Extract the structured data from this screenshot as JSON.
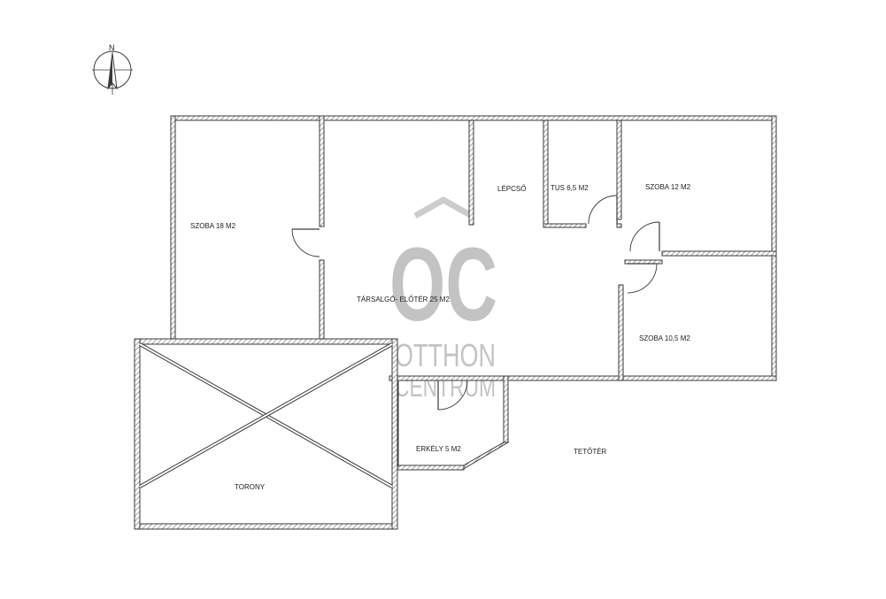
{
  "compass": {
    "north_label": "N"
  },
  "rooms": [
    {
      "id": "szoba-18",
      "label": "SZOBA 18 M2"
    },
    {
      "id": "tarsalgo",
      "label": "TÁRSALGÓ- ELŐTÉR 25 M2"
    },
    {
      "id": "lepcso",
      "label": "LÉPCSŐ"
    },
    {
      "id": "tus",
      "label": "TUS 6,5 M2"
    },
    {
      "id": "szoba-12",
      "label": "SZOBA 12 M2"
    },
    {
      "id": "szoba-10-5",
      "label": "SZOBA 10,5 M2"
    },
    {
      "id": "erkely",
      "label": "ERKÉLY 5 M2"
    },
    {
      "id": "torony",
      "label": "TORONY"
    },
    {
      "id": "teteter",
      "label": "TETŐTÉR"
    }
  ],
  "watermark": {
    "logo_letters": "OC",
    "line1": "OTTHON",
    "line2": "CENTRUM",
    "color": "#b9b9b9"
  },
  "colors": {
    "wall_stroke": "#3a3a3a",
    "background": "#ffffff"
  }
}
